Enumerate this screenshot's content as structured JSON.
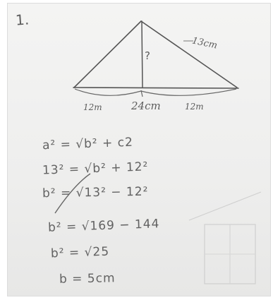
{
  "problem": {
    "number": "1."
  },
  "triangle": {
    "hypotenuse_label": "13cm",
    "height_label": "?",
    "base_left_label": "12m",
    "base_total_label": "24cm",
    "base_right_label": "12m"
  },
  "working": {
    "line1": "a² = √b² + c2",
    "line2": "13² = √b² + 12²",
    "line3": "b² = √13² − 12²",
    "line4": "b² = √169 − 144",
    "line5": "b² = √25",
    "line6": "b = 5cm"
  }
}
